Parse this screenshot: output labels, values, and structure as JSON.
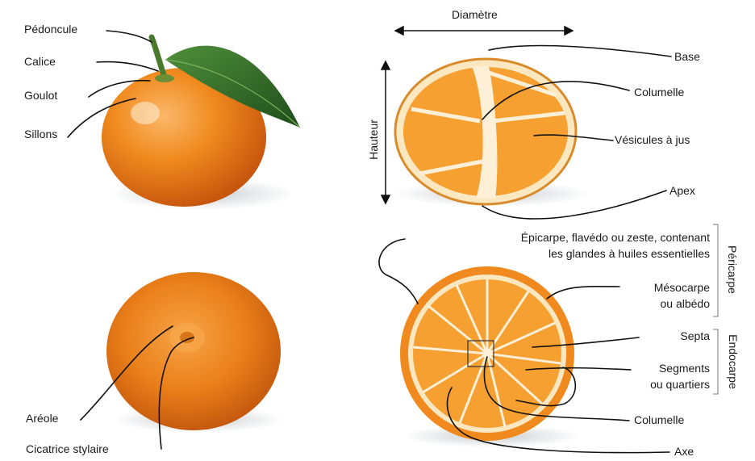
{
  "labels": {
    "pedoncule": "Pédoncule",
    "calice": "Calice",
    "goulot": "Goulot",
    "sillons": "Sillons",
    "areole": "Aréole",
    "cicatrice": "Cicatrice stylaire",
    "diametre": "Diamètre",
    "hauteur": "Hauteur",
    "base": "Base",
    "columelle_top": "Columelle",
    "vesicules": "Vésicules à jus",
    "apex": "Apex",
    "epicarpe_1": "Épicarpe, flavédo ou zeste, contenant",
    "epicarpe_2": "les glandes à huiles essentielles",
    "mesocarpe_1": "Mésocarpe",
    "mesocarpe_2": "ou albédo",
    "septa": "Septa",
    "segments_1": "Segments",
    "segments_2": "ou quartiers",
    "columelle_bottom": "Columelle",
    "axe": "Axe",
    "pericarpe": "Péricarpe",
    "endocarpe": "Endocarpe"
  },
  "colors": {
    "peel": "#f08a1e",
    "peel_dark": "#c85a10",
    "flesh": "#f5a030",
    "albedo": "#fbe7c0",
    "leaf": "#2f6b2a",
    "line": "#111111"
  }
}
